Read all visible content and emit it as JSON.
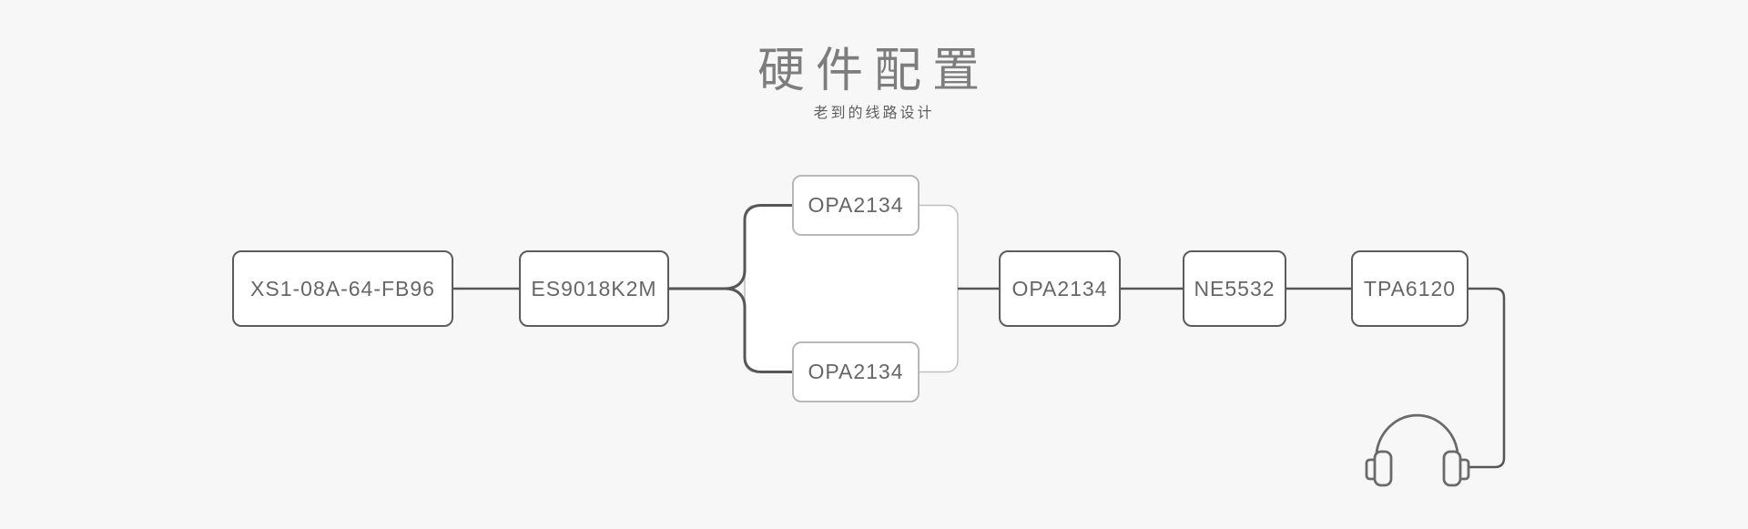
{
  "header": {
    "title": "硬件配置",
    "subtitle": "老到的线路设计"
  },
  "diagram": {
    "nodes": [
      {
        "id": "xs1",
        "label": "XS1-08A-64-FB96",
        "type": "primary"
      },
      {
        "id": "es9018k2m",
        "label": "ES9018K2M",
        "type": "primary"
      },
      {
        "id": "opa2134-top",
        "label": "OPA2134",
        "type": "parallel"
      },
      {
        "id": "opa2134-bottom",
        "label": "OPA2134",
        "type": "parallel"
      },
      {
        "id": "opa2134-sum",
        "label": "OPA2134",
        "type": "primary"
      },
      {
        "id": "ne5532",
        "label": "NE5532",
        "type": "primary"
      },
      {
        "id": "tpa6120",
        "label": "TPA6120",
        "type": "primary"
      }
    ],
    "flow": "XS1-08A-64-FB96 → ES9018K2M → (OPA2134 ∥ OPA2134) → OPA2134 → NE5532 → TPA6120 → headphones",
    "output_icon": "headphones-icon",
    "colors": {
      "background": "#f7f7f7",
      "node_fill": "#ffffff",
      "node_border": "#5c5c5c",
      "parallel_node_border": "#b8b8b8",
      "connector": "#565656",
      "group_border": "#bfbfbf",
      "text": "#666666",
      "title": "#7d7d7d",
      "icon": "#6a6a6a"
    }
  }
}
